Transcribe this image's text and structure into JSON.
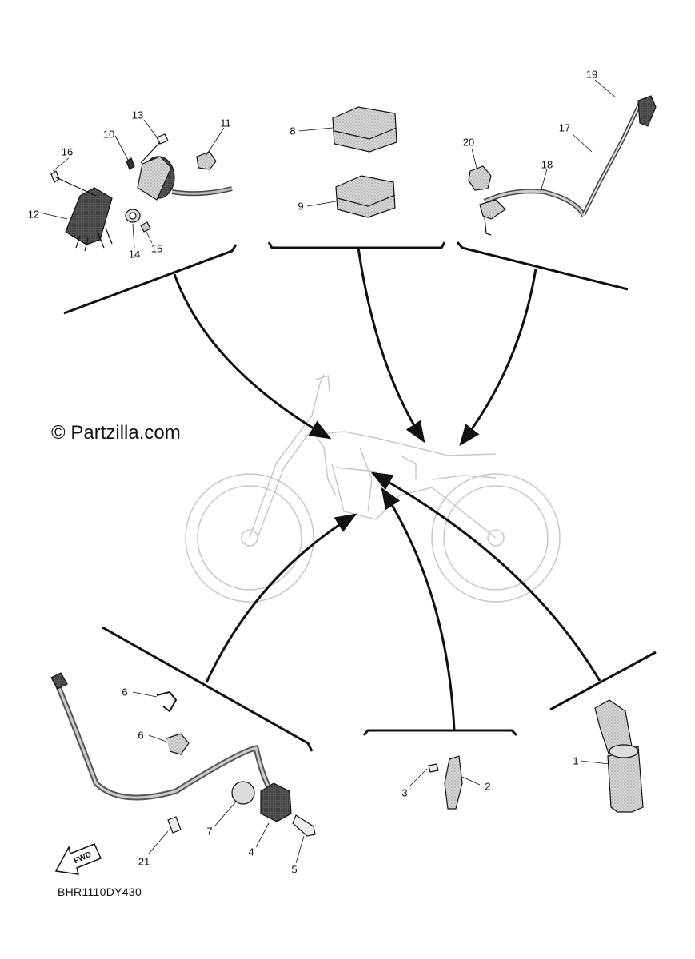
{
  "watermark": "© Partzilla.com",
  "diagram_code": "BHR1110DY430",
  "forward_indicator": "FWD",
  "callouts": {
    "c1": "1",
    "c2": "2",
    "c3": "3",
    "c4": "4",
    "c5": "5",
    "c6a": "6",
    "c6b": "6",
    "c7": "7",
    "c8": "8",
    "c9": "9",
    "c10": "10",
    "c11": "11",
    "c12": "12",
    "c13": "13",
    "c14": "14",
    "c15": "15",
    "c16": "16",
    "c17": "17",
    "c18": "18",
    "c19": "19",
    "c20": "20",
    "c21": "21"
  }
}
